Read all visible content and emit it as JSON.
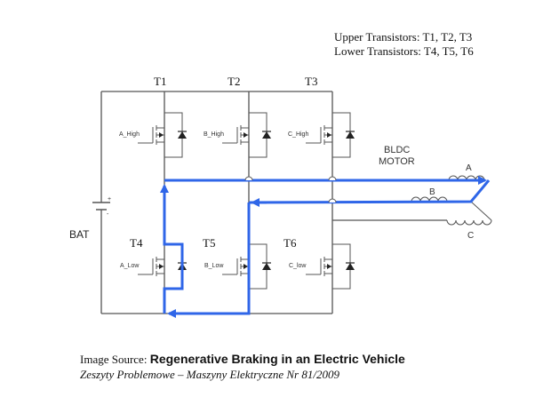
{
  "legend": {
    "upper": "Upper Transistors: T1, T2, T3",
    "lower": "Lower Transistors: T4, T5, T6"
  },
  "transistors": {
    "t1": {
      "name": "T1",
      "gate": "A_High"
    },
    "t2": {
      "name": "T2",
      "gate": "B_High"
    },
    "t3": {
      "name": "T3",
      "gate": "C_High"
    },
    "t4": {
      "name": "T4",
      "gate": "A_Low"
    },
    "t5": {
      "name": "T5",
      "gate": "B_Low"
    },
    "t6": {
      "name": "T6",
      "gate": "C_low"
    }
  },
  "battery": {
    "label": "BAT",
    "plus": "+",
    "minus": "-"
  },
  "motor": {
    "label_line1": "BLDC",
    "label_line2": "MOTOR",
    "phases": [
      "A",
      "B",
      "C"
    ]
  },
  "colors": {
    "wire": "#555555",
    "current_path": "#2f66e8"
  },
  "source": {
    "prefix": "Image Source: ",
    "title": "Regenerative Braking in an Electric Vehicle",
    "citation": "Zeszyty Problemowe – Maszyny Elektryczne Nr 81/2009"
  }
}
